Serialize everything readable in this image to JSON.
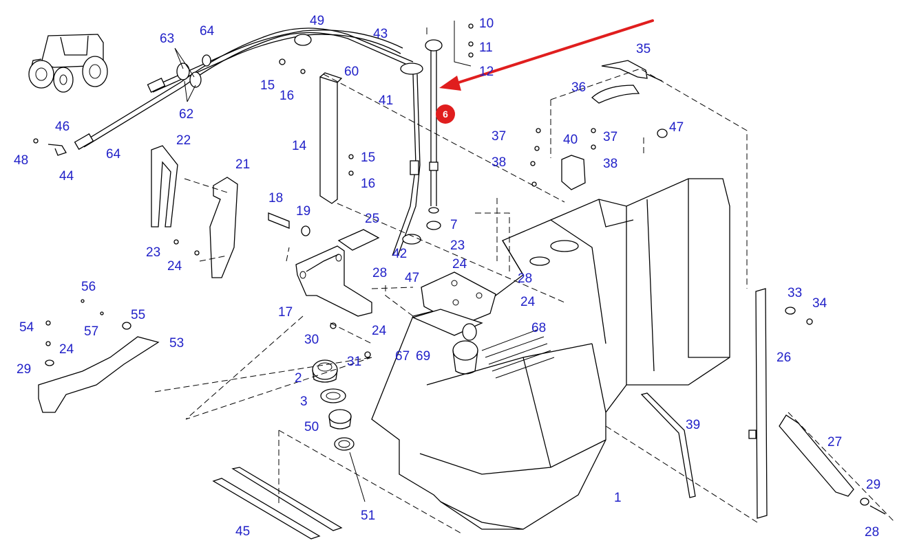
{
  "diagram": {
    "accent_color": "#e01e1e",
    "label_color": "#2121c8",
    "highlighted_part": "6",
    "part_labels": [
      {
        "id": "l1",
        "text": "1"
      },
      {
        "id": "l2",
        "text": "2"
      },
      {
        "id": "l3",
        "text": "3"
      },
      {
        "id": "l7",
        "text": "7"
      },
      {
        "id": "l10",
        "text": "10"
      },
      {
        "id": "l11",
        "text": "11"
      },
      {
        "id": "l12",
        "text": "12"
      },
      {
        "id": "l14",
        "text": "14"
      },
      {
        "id": "l15a",
        "text": "15"
      },
      {
        "id": "l15b",
        "text": "15"
      },
      {
        "id": "l16a",
        "text": "16"
      },
      {
        "id": "l16b",
        "text": "16"
      },
      {
        "id": "l17",
        "text": "17"
      },
      {
        "id": "l18",
        "text": "18"
      },
      {
        "id": "l19",
        "text": "19"
      },
      {
        "id": "l21",
        "text": "21"
      },
      {
        "id": "l22",
        "text": "22"
      },
      {
        "id": "l23a",
        "text": "23"
      },
      {
        "id": "l23b",
        "text": "23"
      },
      {
        "id": "l24a",
        "text": "24"
      },
      {
        "id": "l24b",
        "text": "24"
      },
      {
        "id": "l24c",
        "text": "24"
      },
      {
        "id": "l24d",
        "text": "24"
      },
      {
        "id": "l24e",
        "text": "24"
      },
      {
        "id": "l25",
        "text": "25"
      },
      {
        "id": "l26",
        "text": "26"
      },
      {
        "id": "l27",
        "text": "27"
      },
      {
        "id": "l28a",
        "text": "28"
      },
      {
        "id": "l28b",
        "text": "28"
      },
      {
        "id": "l28c",
        "text": "28"
      },
      {
        "id": "l29a",
        "text": "29"
      },
      {
        "id": "l29b",
        "text": "29"
      },
      {
        "id": "l30",
        "text": "30"
      },
      {
        "id": "l31",
        "text": "31"
      },
      {
        "id": "l33",
        "text": "33"
      },
      {
        "id": "l34",
        "text": "34"
      },
      {
        "id": "l35",
        "text": "35"
      },
      {
        "id": "l36",
        "text": "36"
      },
      {
        "id": "l37a",
        "text": "37"
      },
      {
        "id": "l37b",
        "text": "37"
      },
      {
        "id": "l38a",
        "text": "38"
      },
      {
        "id": "l38b",
        "text": "38"
      },
      {
        "id": "l39",
        "text": "39"
      },
      {
        "id": "l40",
        "text": "40"
      },
      {
        "id": "l41",
        "text": "41"
      },
      {
        "id": "l42",
        "text": "42"
      },
      {
        "id": "l43",
        "text": "43"
      },
      {
        "id": "l44",
        "text": "44"
      },
      {
        "id": "l45",
        "text": "45"
      },
      {
        "id": "l46",
        "text": "46"
      },
      {
        "id": "l47a",
        "text": "47"
      },
      {
        "id": "l47b",
        "text": "47"
      },
      {
        "id": "l48",
        "text": "48"
      },
      {
        "id": "l49",
        "text": "49"
      },
      {
        "id": "l50",
        "text": "50"
      },
      {
        "id": "l51",
        "text": "51"
      },
      {
        "id": "l53",
        "text": "53"
      },
      {
        "id": "l54",
        "text": "54"
      },
      {
        "id": "l55",
        "text": "55"
      },
      {
        "id": "l56",
        "text": "56"
      },
      {
        "id": "l57",
        "text": "57"
      },
      {
        "id": "l60",
        "text": "60"
      },
      {
        "id": "l62",
        "text": "62"
      },
      {
        "id": "l63",
        "text": "63"
      },
      {
        "id": "l64a",
        "text": "64"
      },
      {
        "id": "l64b",
        "text": "64"
      },
      {
        "id": "l67",
        "text": "67"
      },
      {
        "id": "l68",
        "text": "68"
      },
      {
        "id": "l69",
        "text": "69"
      }
    ]
  }
}
